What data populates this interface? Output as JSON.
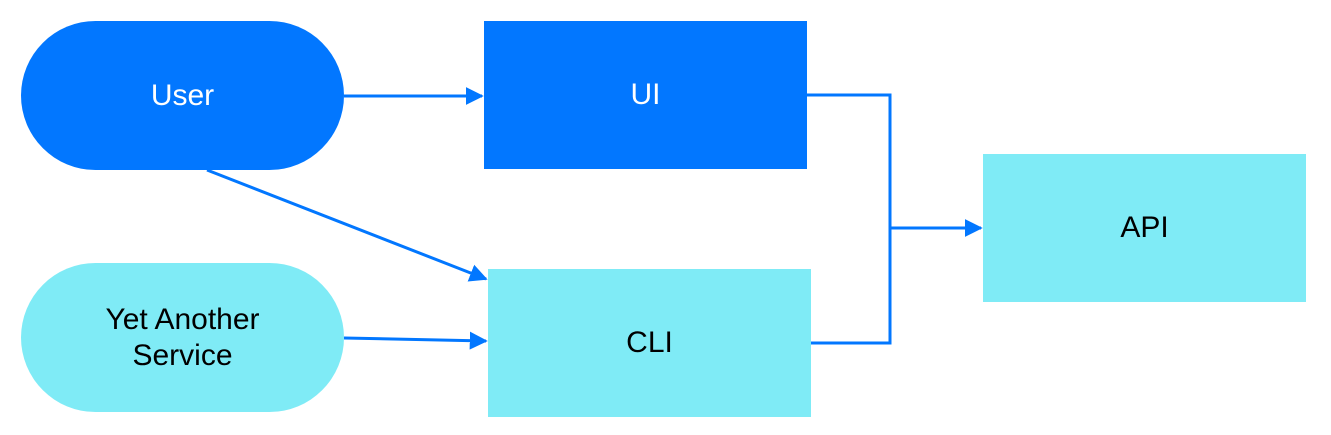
{
  "diagram": {
    "nodes": {
      "user": {
        "label": "User",
        "shape": "pill",
        "fill": "#0277ff",
        "text_color": "#ffffff"
      },
      "ui": {
        "label": "UI",
        "shape": "rect",
        "fill": "#0277ff",
        "text_color": "#ffffff"
      },
      "yet_another_service": {
        "label": "Yet Another\nService",
        "shape": "pill",
        "fill": "#7febf6",
        "text_color": "#000000"
      },
      "cli": {
        "label": "CLI",
        "shape": "rect",
        "fill": "#7febf6",
        "text_color": "#000000"
      },
      "api": {
        "label": "API",
        "shape": "rect",
        "fill": "#7febf6",
        "text_color": "#000000"
      }
    },
    "edges": [
      {
        "from": "user",
        "to": "ui"
      },
      {
        "from": "user",
        "to": "cli"
      },
      {
        "from": "yet_another_service",
        "to": "cli"
      },
      {
        "from": "ui",
        "to": "api"
      },
      {
        "from": "cli",
        "to": "api"
      }
    ],
    "edge_color": "#0277ff"
  }
}
